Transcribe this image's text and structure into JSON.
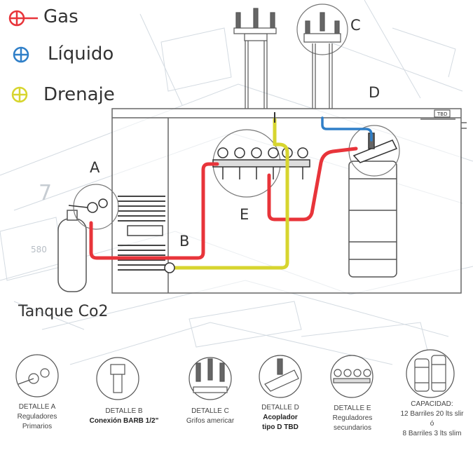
{
  "legend": [
    {
      "label": "Gas",
      "color": "#e8343a"
    },
    {
      "label": "Líquido",
      "color": "#2f7fc8"
    },
    {
      "label": "Drenaje",
      "color": "#d7d52f"
    }
  ],
  "callouts": {
    "a": "A",
    "b": "B",
    "c": "C",
    "d": "D",
    "e": "E"
  },
  "tank_label": "Tanque Co2",
  "fridge_badge": "TBD",
  "background_number": "580",
  "details": [
    {
      "title": "DETALLE A",
      "line1": "Reguladores",
      "line2": "Primarios"
    },
    {
      "title": "DETALLE B",
      "line1": "Conexión BARB 1/2\"",
      "line2": ""
    },
    {
      "title": "DETALLE C",
      "line1": "Grifos americar",
      "line2": ""
    },
    {
      "title": "DETALLE D",
      "line1": "Acoplador",
      "line2": "tipo D TBD"
    },
    {
      "title": "DETALLE E",
      "line1": "Reguladores",
      "line2": "secundarios"
    },
    {
      "title": "CAPACIDAD:",
      "line1": "12 Barriles 20 lts slir",
      "line2": "ó",
      "line3": "8 Barriles 3 lts slim"
    }
  ]
}
